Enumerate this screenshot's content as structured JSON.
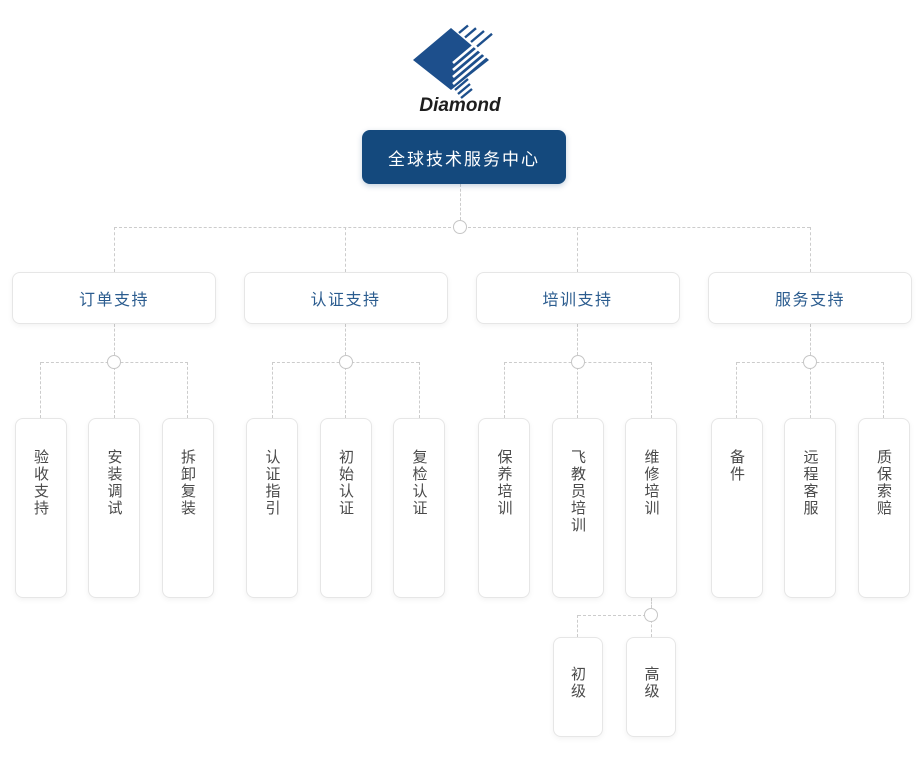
{
  "logo": {
    "brand": "Diamond"
  },
  "root": {
    "label": "全球技术服务中心"
  },
  "branches": [
    {
      "label": "订单支持",
      "children": [
        {
          "label": "验收支持"
        },
        {
          "label": "安装调试"
        },
        {
          "label": "拆卸复装"
        }
      ]
    },
    {
      "label": "认证支持",
      "children": [
        {
          "label": "认证指引"
        },
        {
          "label": "初始认证"
        },
        {
          "label": "复检认证"
        }
      ]
    },
    {
      "label": "培训支持",
      "children": [
        {
          "label": "保养培训"
        },
        {
          "label": "飞教员培训"
        },
        {
          "label": "维修培训",
          "children": [
            {
              "label": "初级"
            },
            {
              "label": "高级"
            }
          ]
        }
      ]
    },
    {
      "label": "服务支持",
      "children": [
        {
          "label": "备件"
        },
        {
          "label": "远程客服"
        },
        {
          "label": "质保索赔"
        }
      ]
    }
  ],
  "colors": {
    "accent_navy": "#14497d",
    "logo_blue": "#1d4f8c",
    "branch_text": "#2b5c8f",
    "leaf_text": "#4a4a4a",
    "connector": "#cccccc"
  }
}
